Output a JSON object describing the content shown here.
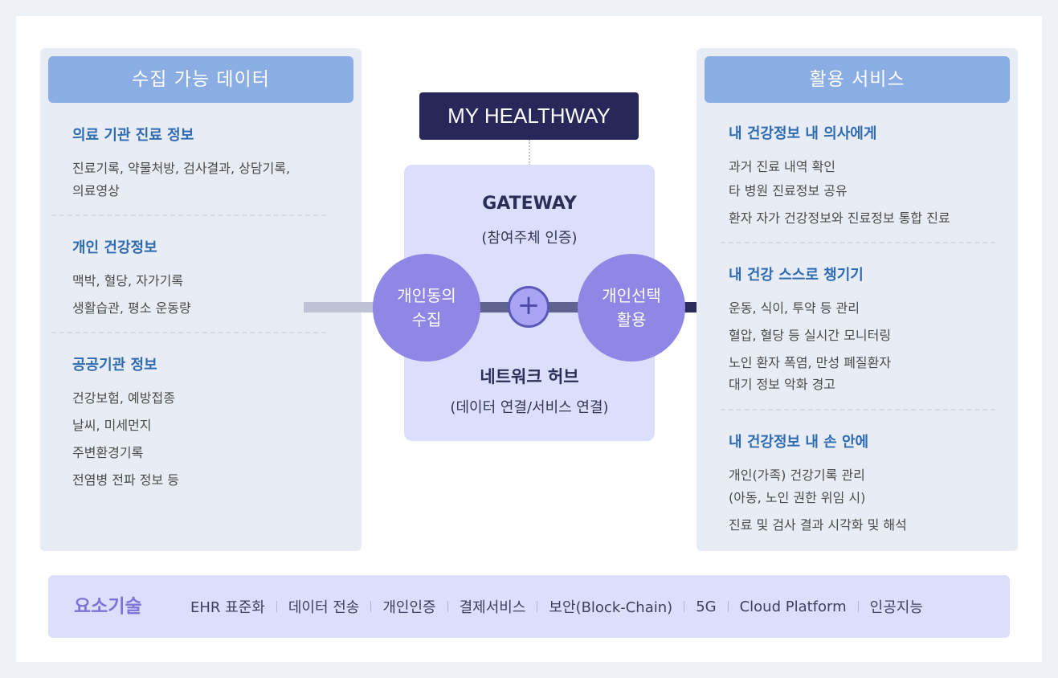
{
  "left_panel": {
    "title": "수집 가능 데이터",
    "sections": [
      {
        "title": "의료 기관 진료 정보",
        "lines": [
          "진료기록, 약물처방, 검사결과, 상담기록,",
          "의료영상"
        ]
      },
      {
        "title": "개인 건강정보",
        "lines": [
          "맥박, 혈당, 자가기록",
          "생활습관, 평소 운동량"
        ]
      },
      {
        "title": "공공기관 정보",
        "lines": [
          "건강보험, 예방접종",
          "날씨, 미세먼지",
          "주변환경기록",
          "전염병 전파 정보 등"
        ]
      }
    ]
  },
  "center": {
    "brand": "MY HEALTHWAY",
    "gateway_title": "GATEWAY",
    "gateway_sub": "(참여주체 인증)",
    "hub_title": "네트워크 허브",
    "hub_sub": "(데이터 연결/서비스 연결)",
    "left_circle": [
      "개인동의",
      "수집"
    ],
    "right_circle": [
      "개인선택",
      "활용"
    ],
    "plus_symbol": "+"
  },
  "right_panel": {
    "title": "활용 서비스",
    "sections": [
      {
        "title": "내 건강정보 내 의사에게",
        "lines": [
          "과거 진료 내역 확인",
          "타 병원 진료정보 공유",
          "환자 자가 건강정보와 진료정보 통합 진료"
        ]
      },
      {
        "title": "내 건강 스스로 챙기기",
        "lines": [
          "운동, 식이, 투약 등 관리",
          "혈압, 혈당 등 실시간 모니터링",
          "노인 환자 폭염, 만성 폐질환자",
          "대기 정보 악화 경고"
        ]
      },
      {
        "title": "내 건강정보 내 손 안에",
        "lines": [
          "개인(가족) 건강기록 관리",
          "(아동, 노인 권한 위임 시)",
          "진료 및 검사 결과 시각화 및 해석"
        ]
      }
    ]
  },
  "tech": {
    "title": "요소기술",
    "items": [
      "EHR 표준화",
      "데이터 전송",
      "개인인증",
      "결제서비스",
      "보안(Block-Chain)",
      "5G",
      "Cloud Platform",
      "인공지능"
    ]
  }
}
